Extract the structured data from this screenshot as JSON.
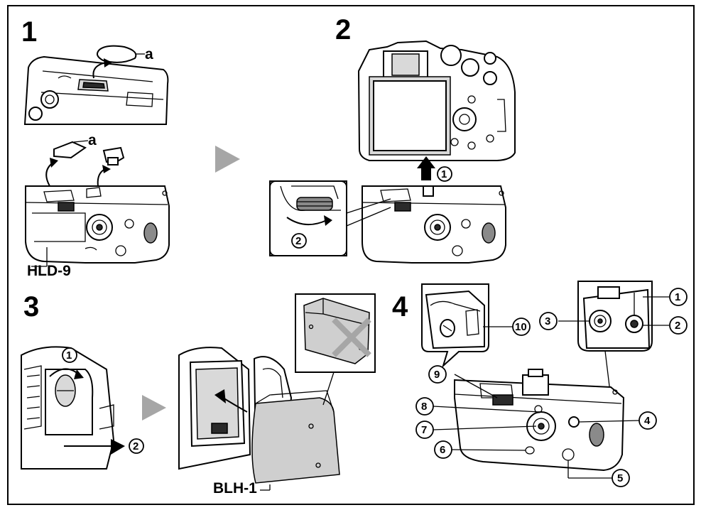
{
  "steps": [
    {
      "number": "1"
    },
    {
      "number": "2"
    },
    {
      "number": "3"
    },
    {
      "number": "4"
    }
  ],
  "labels": {
    "cover_a_top": "a",
    "cover_a_grip": "a",
    "grip_model": "HLD-9",
    "battery_holder_model": "BLH-1"
  },
  "callouts": {
    "step2": [
      "1",
      "2"
    ],
    "step3": [
      "1",
      "2"
    ],
    "step4": [
      "1",
      "2",
      "3",
      "4",
      "5",
      "6",
      "7",
      "8",
      "9",
      "10"
    ]
  },
  "colors": {
    "arrow_fill": "#a6a6a6",
    "line": "#000000",
    "background": "#ffffff"
  }
}
